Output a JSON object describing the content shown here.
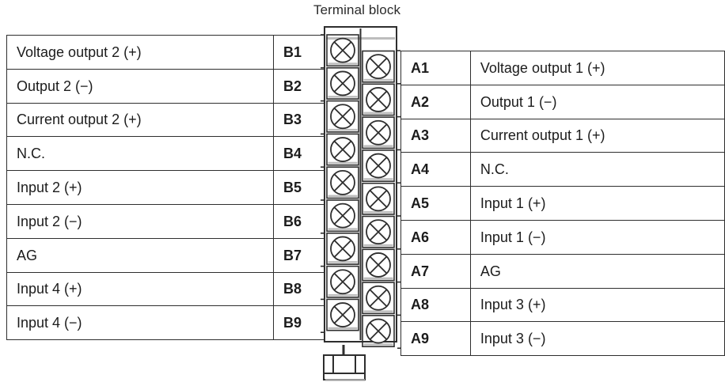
{
  "diagram": {
    "title": "Terminal block",
    "terminal_block": {
      "screw_icon": "screw-terminal-x-icon",
      "left_column_count": 9,
      "right_column_count": 9,
      "foot_label": "mounting-foot"
    }
  },
  "table_b": {
    "rows": [
      {
        "description": "Voltage output 2 (+)",
        "pin": "B1"
      },
      {
        "description": "Output 2 (−)",
        "pin": "B2"
      },
      {
        "description": "Current output 2 (+)",
        "pin": "B3"
      },
      {
        "description": "N.C.",
        "pin": "B4"
      },
      {
        "description": "Input 2 (+)",
        "pin": "B5"
      },
      {
        "description": "Input 2 (−)",
        "pin": "B6"
      },
      {
        "description": "AG",
        "pin": "B7"
      },
      {
        "description": "Input 4 (+)",
        "pin": "B8"
      },
      {
        "description": "Input 4 (−)",
        "pin": "B9"
      }
    ]
  },
  "table_a": {
    "rows": [
      {
        "pin": "A1",
        "description": "Voltage output 1 (+)"
      },
      {
        "pin": "A2",
        "description": "Output 1 (−)"
      },
      {
        "pin": "A3",
        "description": "Current output 1 (+)"
      },
      {
        "pin": "A4",
        "description": "N.C."
      },
      {
        "pin": "A5",
        "description": "Input 1 (+)"
      },
      {
        "pin": "A6",
        "description": "Input 1 (−)"
      },
      {
        "pin": "A7",
        "description": "AG"
      },
      {
        "pin": "A8",
        "description": "Input 3 (+)"
      },
      {
        "pin": "A9",
        "description": "Input 3 (−)"
      }
    ]
  },
  "colors": {
    "line": "#2e2e2e",
    "text": "#1c1c1c",
    "title": "#2b2b2b",
    "shadow": "#9a9a9a",
    "background": "#ffffff"
  }
}
